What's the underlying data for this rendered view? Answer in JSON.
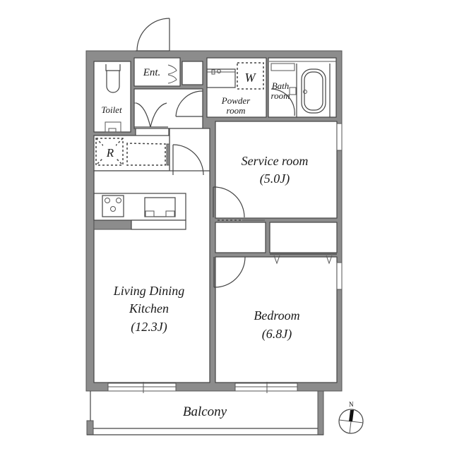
{
  "floorplan": {
    "rooms": {
      "entrance": {
        "label": "Ent."
      },
      "toilet": {
        "label": "Toilet"
      },
      "refrigerator": {
        "label": "R"
      },
      "washer": {
        "label": "W"
      },
      "powder_room": {
        "line1": "Powder",
        "line2": "room"
      },
      "bathroom": {
        "line1": "Bath",
        "line2": "room"
      },
      "service_room": {
        "name": "Service room",
        "area": "(5.0J)"
      },
      "ldk": {
        "line1": "Living Dining",
        "line2": "Kitchen",
        "area": "(12.3J)"
      },
      "bedroom": {
        "name": "Bedroom",
        "area": "(6.8J)"
      },
      "balcony": {
        "label": "Balcony"
      }
    },
    "compass": {
      "north_label": "N"
    },
    "colors": {
      "wall": "#8c8c8c",
      "line": "#444444",
      "background": "#ffffff"
    }
  }
}
